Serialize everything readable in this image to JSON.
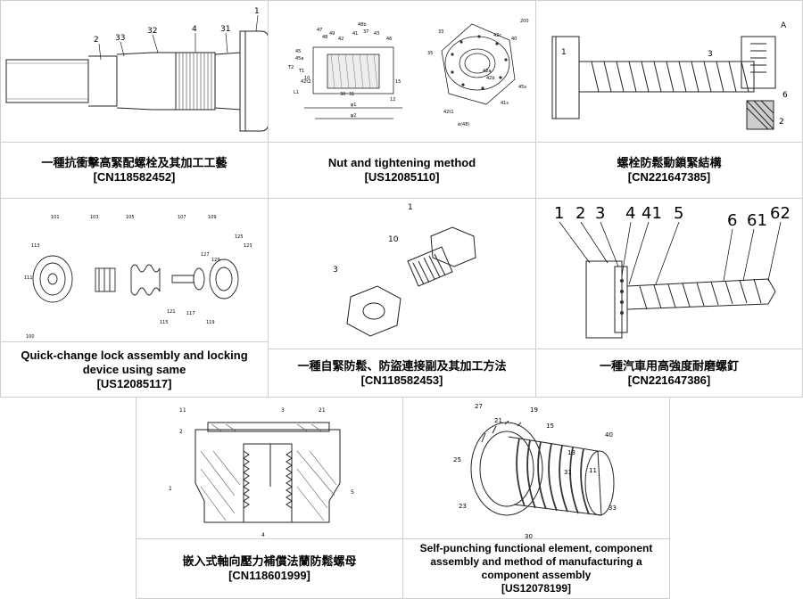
{
  "patents": [
    {
      "title": "一種抗衝擊高緊配螺栓及其加工工藝",
      "number": "[CN118582452]",
      "labels": [
        "1",
        "2",
        "33",
        "32",
        "4",
        "31"
      ]
    },
    {
      "title": "Nut and tightening method",
      "number": "[US12085110]",
      "labels": [
        "200",
        "47",
        "48",
        "49",
        "42",
        "41",
        "37",
        "43",
        "46",
        "45",
        "45a",
        "T1",
        "T2",
        "L1",
        "φ1",
        "φ2",
        "10",
        "15",
        "12",
        "30",
        "31",
        "33",
        "35",
        "40",
        "42c",
        "42b",
        "42a",
        "42t2",
        "42t1",
        "41s",
        "45s",
        "48b",
        "e(48)"
      ]
    },
    {
      "title": "螺栓防鬆動鎖緊結構",
      "number": "[CN221647385]",
      "labels": [
        "1",
        "3",
        "A",
        "6",
        "2"
      ]
    },
    {
      "title": "Quick-change lock assembly and locking device using same",
      "number": "[US12085117]",
      "labels": [
        "101",
        "103",
        "105",
        "107",
        "109",
        "111",
        "113",
        "115",
        "117",
        "119",
        "121",
        "123",
        "125",
        "127",
        "129",
        "100"
      ]
    },
    {
      "title": "一種自緊防鬆、防盜連接副及其加工方法",
      "number": "[CN118582453]",
      "labels": [
        "1",
        "10",
        "3"
      ]
    },
    {
      "title": "一種汽車用高強度耐磨螺釘",
      "number": "[CN221647386]",
      "labels": [
        "1",
        "2",
        "3",
        "4",
        "41",
        "5",
        "6",
        "61",
        "62"
      ]
    },
    {
      "title": "嵌入式軸向壓力補償法蘭防鬆螺母",
      "number": "[CN118601999]",
      "labels": [
        "1",
        "2",
        "3",
        "4",
        "5",
        "11",
        "21"
      ]
    },
    {
      "title": "Self-punching functional element, component assembly and method of manufacturing a component assembly",
      "number": "[US12078199]",
      "labels": [
        "27",
        "21",
        "19",
        "15",
        "13",
        "31",
        "11",
        "25",
        "23",
        "33",
        "30",
        "40"
      ]
    }
  ]
}
